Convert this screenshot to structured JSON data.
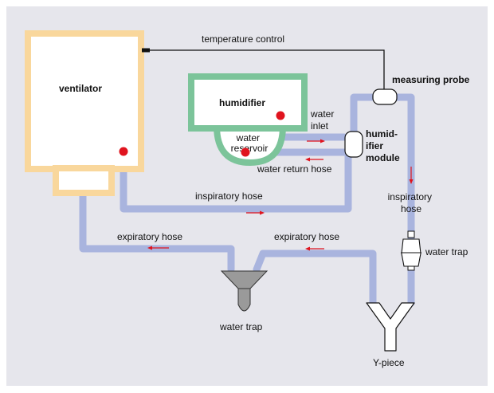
{
  "colors": {
    "background_panel": "#e6e6ec",
    "hose": "#a9b4de",
    "ventilator_border": "#f9d79c",
    "humidifier_border": "#7cc49a",
    "valve_red": "#e0141e",
    "arrow_red": "#e0141e",
    "trap_gray": "#9a9a9a"
  },
  "labels": {
    "ventilator": "ventilator",
    "humidifier": "humidifier",
    "water_reservoir": [
      "water",
      "reservoir"
    ],
    "temperature_control": "temperature control",
    "measuring_probe": "measuring probe",
    "water_inlet": [
      "water",
      "inlet"
    ],
    "humidifier_module": [
      "humid-",
      "ifier",
      "module"
    ],
    "water_return_hose": "water return hose",
    "inspiratory_hose_bottom": "inspiratory hose",
    "inspiratory_hose_right": [
      "inspiratory",
      "hose"
    ],
    "water_trap_right": "water trap",
    "expiratory_hose_left": "expiratory hose",
    "expiratory_hose_right": "expiratory hose",
    "water_trap_bottom": "water trap",
    "y_piece": "Y-piece"
  }
}
